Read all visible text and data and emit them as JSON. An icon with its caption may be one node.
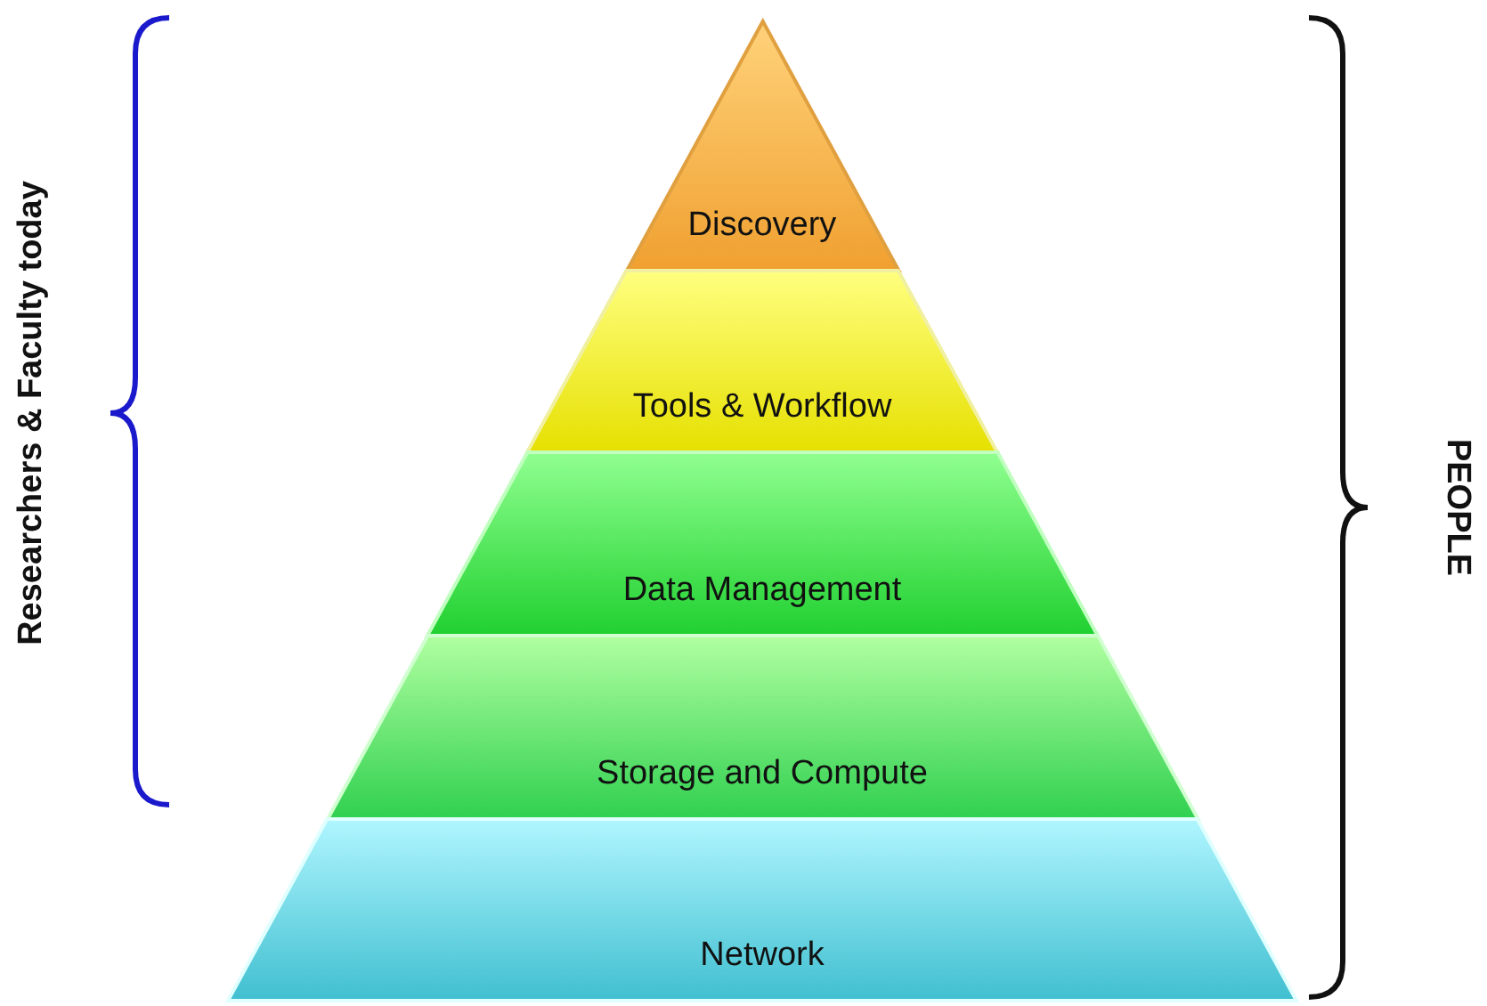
{
  "diagram": {
    "nodes": [
      {
        "text": [
          "Discovery"
        ]
      },
      {
        "text": [
          "Tools & Workflow"
        ]
      },
      {
        "text": [
          "Data Management"
        ]
      },
      {
        "text": [
          "Storage and Compute"
        ]
      },
      {
        "text": [
          "Network"
        ]
      }
    ],
    "labels": [
      "Researchers & Faculty today",
      "PEOPLE"
    ]
  }
}
